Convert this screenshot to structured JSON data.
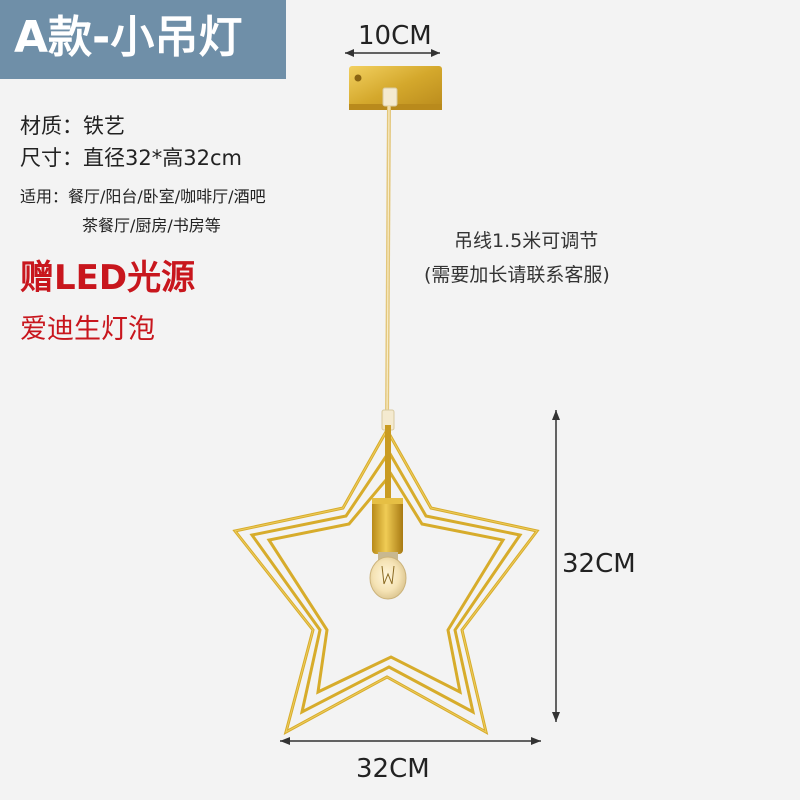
{
  "title": "A款-小吊灯",
  "specs": {
    "material": "材质：铁艺",
    "size": "尺寸：直径32*高32cm",
    "usage_line1": "适用：餐厅/阳台/卧室/咖啡厅/酒吧",
    "usage_line2": "茶餐厅/厨房/书房等"
  },
  "promo": {
    "gift": "赠LED光源",
    "bulb": "爱迪生灯泡"
  },
  "cable_note": {
    "line1": "吊线1.5米可调节",
    "line2": "(需要加长请联系客服)"
  },
  "dimensions": {
    "canopy": "10CM",
    "height": "32CM",
    "width": "32CM"
  },
  "colors": {
    "banner": "#6f8fa8",
    "promo_red": "#c8161d",
    "gold": "#d4a82c"
  }
}
